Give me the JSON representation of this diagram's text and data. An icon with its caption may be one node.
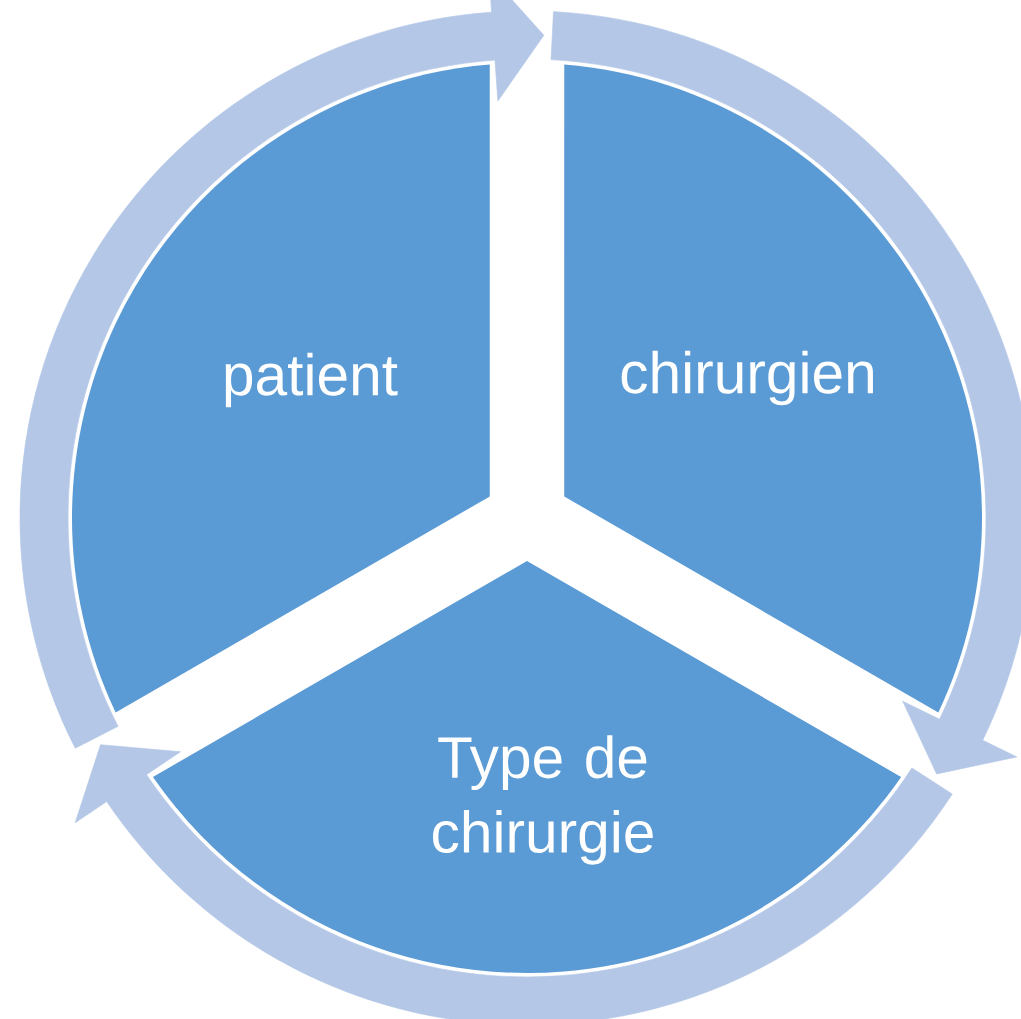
{
  "diagram": {
    "nodes": [
      {
        "text": [
          "patient"
        ]
      },
      {
        "text": [
          "chirurgien"
        ]
      },
      {
        "text": [
          "Type de chirurgie"
        ]
      }
    ],
    "edges": [
      {
        "from": 0,
        "to": 1,
        "arrow": "to"
      },
      {
        "from": 1,
        "to": 2,
        "arrow": "to"
      },
      {
        "from": 2,
        "to": 0,
        "arrow": "to"
      }
    ]
  }
}
